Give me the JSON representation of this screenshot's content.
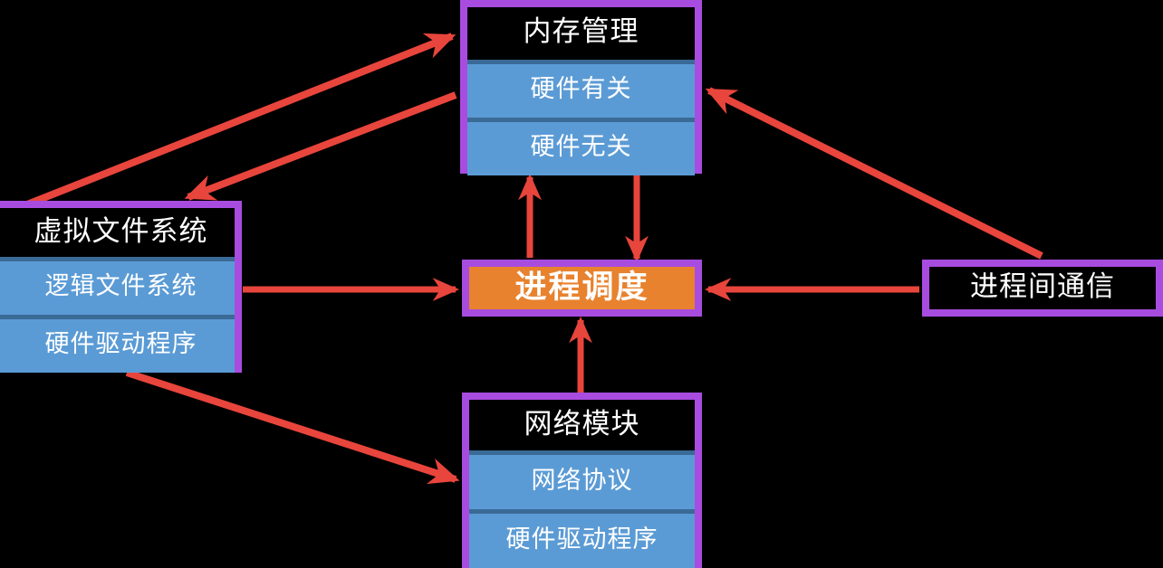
{
  "diagram": {
    "type": "block-diagram",
    "background_color": "#000000",
    "accent_colors": {
      "node_border": "#a84ce0",
      "node_title_bg": "#000000",
      "node_row_bg": "#5b9bd5",
      "row_separator": "#3a6a96",
      "center_node_bg": "#e8822e",
      "arrow": "#e8453c",
      "text": "#ffffff"
    },
    "nodes": [
      {
        "id": "memory",
        "title": "内存管理",
        "rows": [
          "硬件有关",
          "硬件无关"
        ]
      },
      {
        "id": "vfs",
        "title": "虚拟文件系统",
        "rows": [
          "逻辑文件系统",
          "硬件驱动程序"
        ]
      },
      {
        "id": "process",
        "title": "进程调度",
        "rows": []
      },
      {
        "id": "network",
        "title": "网络模块",
        "rows": [
          "网络协议",
          "硬件驱动程序"
        ]
      },
      {
        "id": "ipc",
        "title": "进程间通信",
        "rows": []
      }
    ],
    "edges": [
      {
        "from": "vfs",
        "to": "memory",
        "direction": "one-way"
      },
      {
        "from": "memory",
        "to": "vfs",
        "direction": "one-way"
      },
      {
        "from": "vfs",
        "to": "process",
        "direction": "one-way"
      },
      {
        "from": "vfs",
        "to": "network",
        "direction": "one-way"
      },
      {
        "from": "process",
        "to": "memory",
        "direction": "one-way"
      },
      {
        "from": "memory",
        "to": "process",
        "direction": "one-way"
      },
      {
        "from": "network",
        "to": "process",
        "direction": "one-way"
      },
      {
        "from": "ipc",
        "to": "process",
        "direction": "one-way"
      },
      {
        "from": "ipc",
        "to": "memory",
        "direction": "one-way"
      }
    ]
  }
}
